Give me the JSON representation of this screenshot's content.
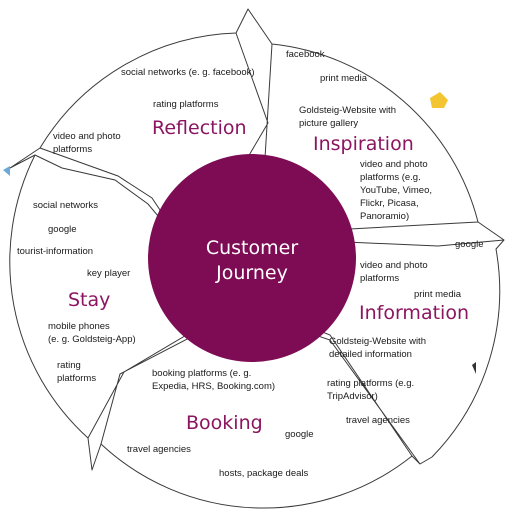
{
  "center": {
    "line1": "Customer",
    "line2": "Journey"
  },
  "colors": {
    "hub": "#7d0c55",
    "phase_text": "#8b1560",
    "outline": "#333333"
  },
  "phases": {
    "reflection": {
      "title": "Reflection",
      "items": [
        "social networks (e. g. facebook)",
        "rating platforms",
        "video and photo",
        "platforms"
      ]
    },
    "inspiration": {
      "title": "Inspiration",
      "items": [
        "facebook",
        "print media",
        "Goldsteig-Website with",
        "picture gallery",
        "video and photo",
        "platforms (e.g.",
        "YouTube, Vimeo,",
        "Flickr, Picasa,",
        "Panoramio)",
        "google"
      ]
    },
    "information": {
      "title": "Information",
      "items": [
        "video and photo",
        "platforms",
        "print media",
        "Goldsteig-Website with",
        "detailed information",
        "rating platforms (e.g.",
        "TripAdvisor)",
        "travel agencies"
      ]
    },
    "booking": {
      "title": "Booking",
      "items": [
        "booking platforms (e. g.",
        "Expedia, HRS, Booking.com)",
        "google",
        "travel agencies",
        "hosts, package deals"
      ]
    },
    "stay": {
      "title": "Stay",
      "items": [
        "social networks",
        "google",
        "tourist-information",
        "key player",
        "mobile phones",
        "(e. g. Goldsteig-App)",
        "rating",
        "platforms"
      ]
    }
  }
}
